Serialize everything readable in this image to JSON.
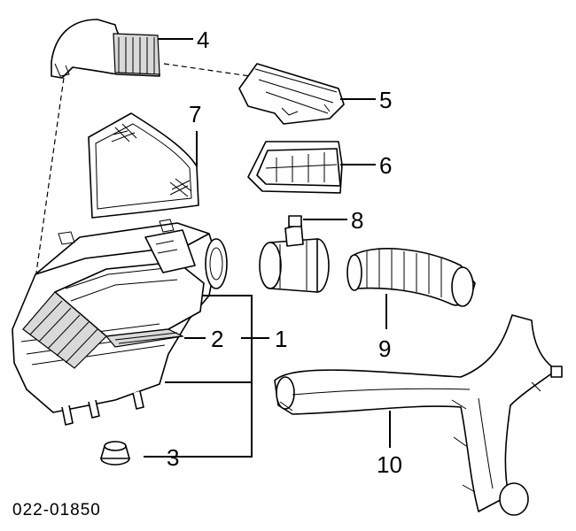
{
  "callouts": {
    "c1": "1",
    "c2": "2",
    "c3": "3",
    "c4": "4",
    "c5": "5",
    "c6": "6",
    "c7": "7",
    "c8": "8",
    "c9": "9",
    "c10": "10"
  },
  "reference_number": "022-01850"
}
